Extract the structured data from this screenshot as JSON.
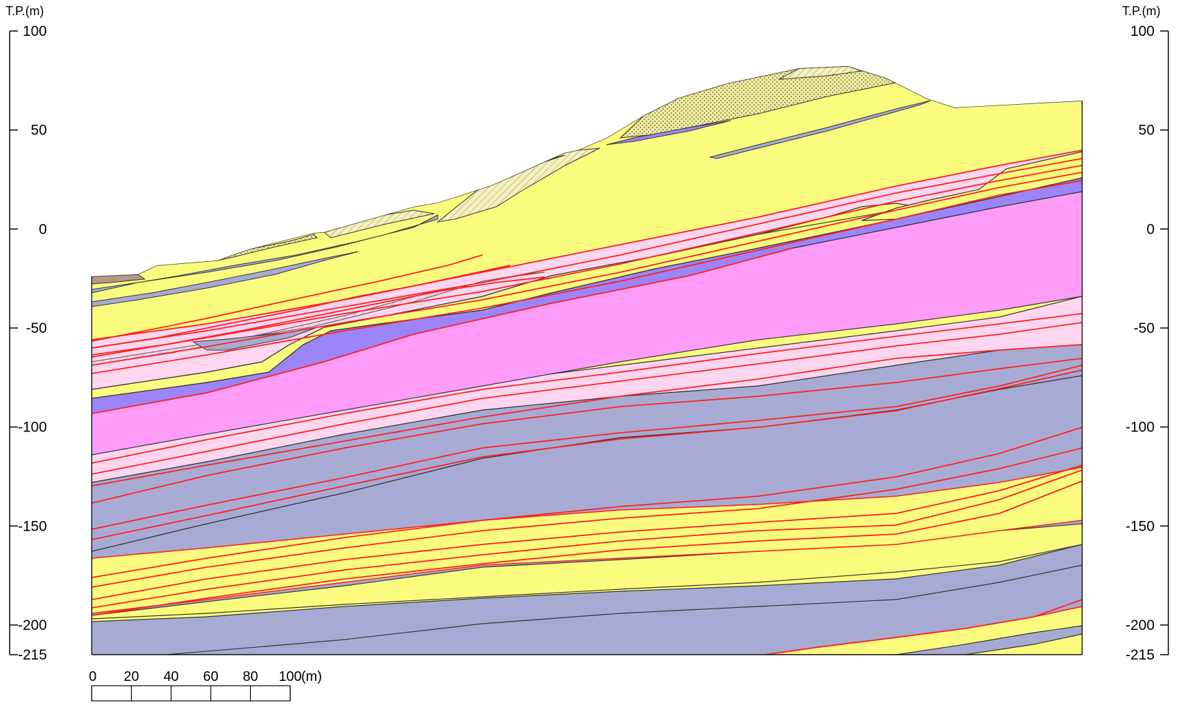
{
  "axes": {
    "left_title": "T.P.(m)",
    "right_title": "T.P.(m)",
    "elevation_ticks": [
      "100",
      "50",
      "0",
      "-50",
      "-100",
      "-150",
      "-200",
      "-215"
    ]
  },
  "scale_bar": {
    "ticks": [
      "0",
      "20",
      "40",
      "60",
      "80",
      "100"
    ],
    "unit": "(m)"
  },
  "colors": {
    "yellow": "#FBFB7E",
    "gray_blue": "#A7ABD3",
    "pink_light": "#FFD6F0",
    "pink_strong": "#FF9CFA",
    "purple": "#9C84F9",
    "brown": "#B69888",
    "red_line": "#FF1F1F"
  }
}
